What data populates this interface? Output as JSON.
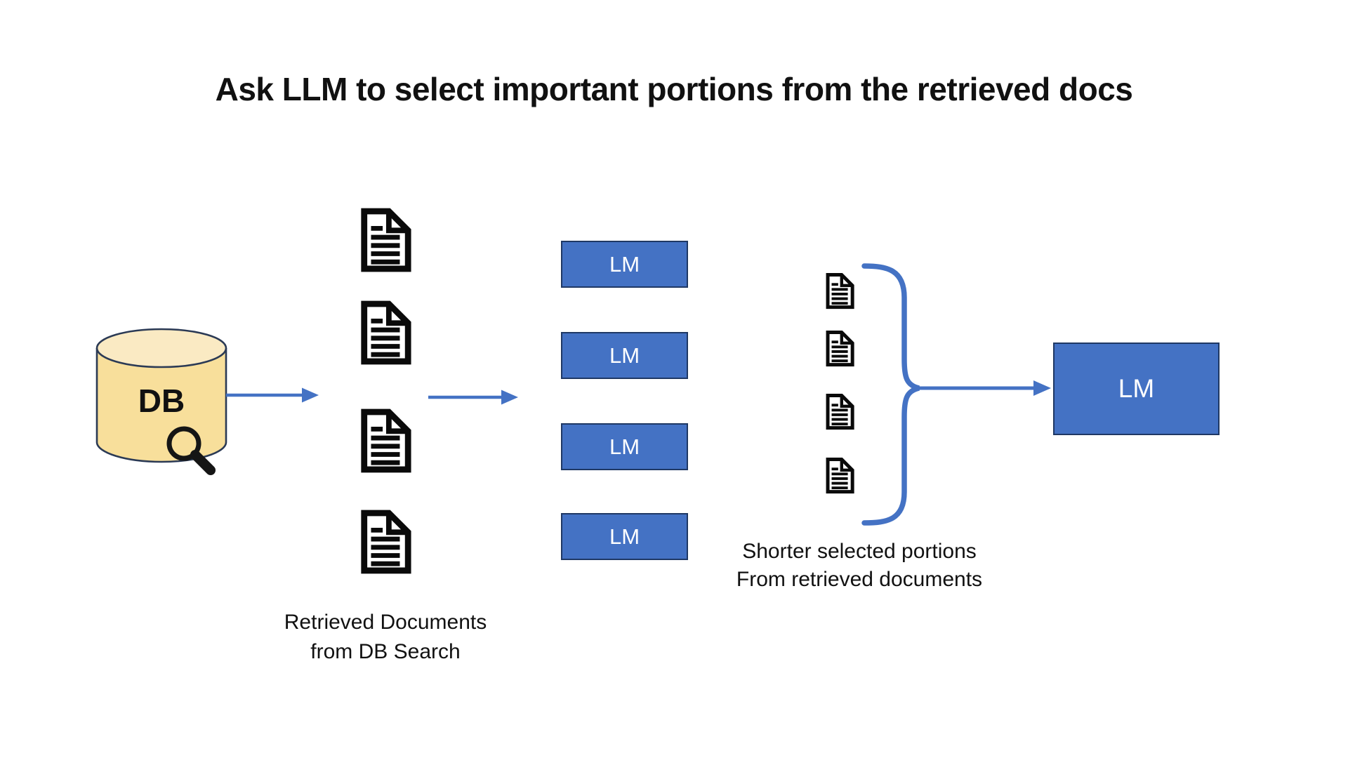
{
  "title": "Ask LLM to select important portions from the retrieved docs",
  "database": {
    "label": "DB"
  },
  "retrieved_docs": {
    "count": 4,
    "caption_line1": "Retrieved Documents",
    "caption_line2": "from DB Search"
  },
  "lm_units": {
    "labels": [
      "LM",
      "LM",
      "LM",
      "LM"
    ]
  },
  "selected_docs": {
    "count": 4,
    "caption_line1": "Shorter selected portions",
    "caption_line2": "From retrieved documents"
  },
  "final_lm": {
    "label": "LM"
  },
  "colors": {
    "accent_blue": "#4472C4",
    "box_border": "#1F3864",
    "db_fill": "#F8DF9B",
    "db_top_fill": "#FAEAC3",
    "outline_dark": "#2B3A55",
    "icon_black": "#0A0A0A",
    "text_black": "#111111"
  }
}
